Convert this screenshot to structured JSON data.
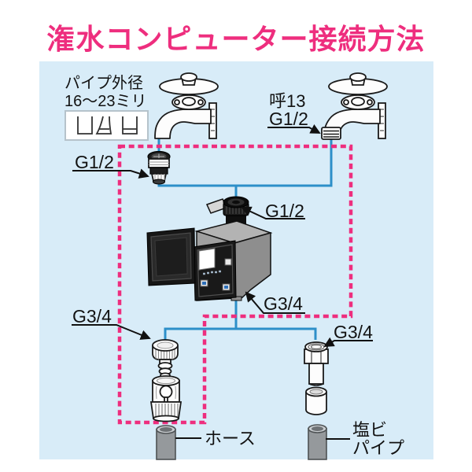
{
  "page": {
    "title": "潅水コンピューター接続方法"
  },
  "colors": {
    "accent_pink": "#ee2e7e",
    "line_blue": "#2d8fc9",
    "panel_bg": "#d8ecf8"
  },
  "legend": {
    "pipe_note_line1": "パイプ外径",
    "pipe_note_line2": "16〜23ミリ"
  },
  "labels": {
    "right_faucet_line1": "呼13",
    "right_faucet_line2": "G1/2",
    "tap_adapter": "G1/2",
    "computer_inlet": "G1/2",
    "computer_outlet": "G3/4",
    "hose_connector": "G3/4",
    "pipe_connector": "G3/4",
    "hose": "ホース",
    "pvc_line1": "塩ビ",
    "pvc_line2": "パイプ"
  }
}
